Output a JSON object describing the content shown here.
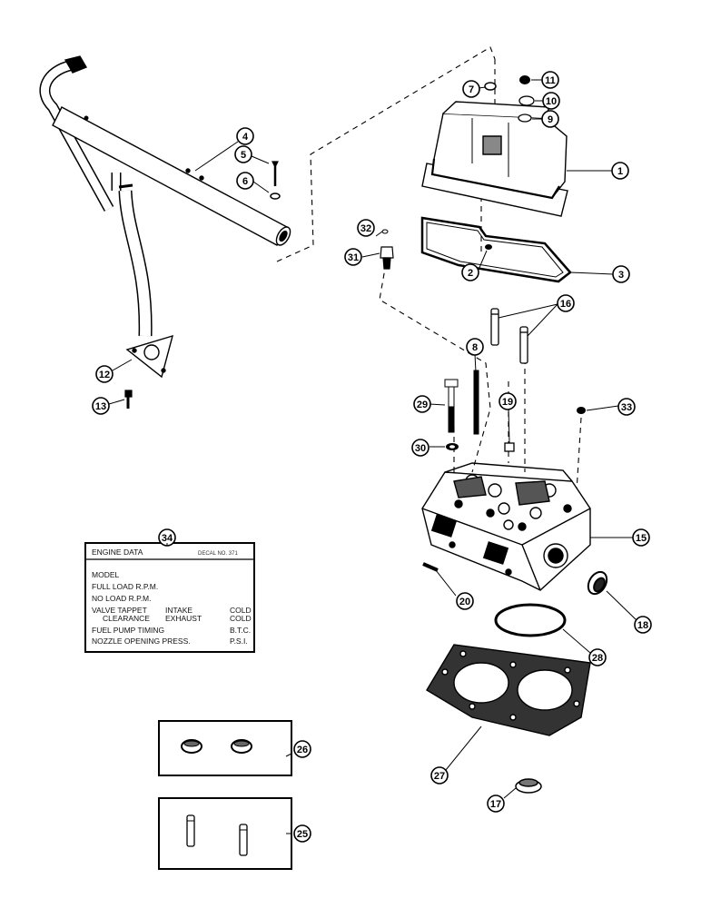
{
  "callouts": {
    "c1": "1",
    "c2": "2",
    "c3": "3",
    "c4": "4",
    "c5": "5",
    "c6": "6",
    "c7": "7",
    "c8": "8",
    "c9": "9",
    "c10": "10",
    "c11": "11",
    "c12": "12",
    "c13": "13",
    "c15": "15",
    "c16": "16",
    "c17": "17",
    "c18": "18",
    "c19": "19",
    "c20": "20",
    "c25": "25",
    "c26": "26",
    "c27": "27",
    "c28": "28",
    "c29": "29",
    "c30": "30",
    "c31": "31",
    "c32": "32",
    "c33": "33",
    "c34": "34"
  },
  "decal": {
    "title": "ENGINE DATA",
    "decal_no": "DECAL NO. 371",
    "model": "MODEL",
    "full_load": "FULL LOAD R.P.M.",
    "no_load": "NO LOAD R.P.M.",
    "valve_tappet": "VALVE TAPPET",
    "intake": "INTAKE",
    "cold1": "COLD",
    "clearance": "CLEARANCE",
    "exhaust": "EXHAUST",
    "cold2": "COLD",
    "fuel_pump": "FUEL PUMP TIMING",
    "btc": "B.T.C.",
    "nozzle": "NOZZLE OPENING PRESS.",
    "psi": "P.S.I."
  },
  "colors": {
    "ink": "#000000",
    "paper": "#ffffff",
    "shade": "#333333"
  }
}
